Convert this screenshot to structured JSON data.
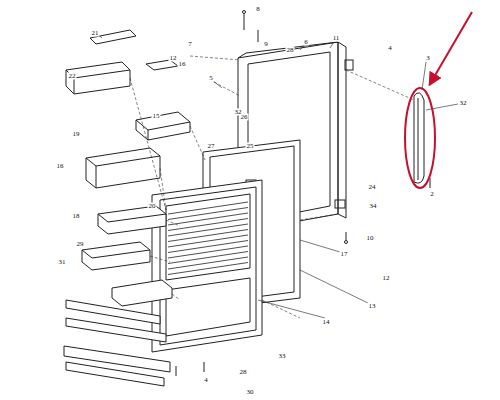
{
  "diagram": {
    "labels": [
      "21",
      "22",
      "16",
      "7",
      "12",
      "8",
      "28",
      "9",
      "5",
      "6",
      "11",
      "4",
      "3",
      "32",
      "2",
      "15",
      "19",
      "27",
      "26",
      "25",
      "32",
      "24",
      "34",
      "10",
      "17",
      "12",
      "13",
      "14",
      "16",
      "18",
      "20",
      "29",
      "31",
      "33",
      "4",
      "28",
      "30"
    ]
  }
}
